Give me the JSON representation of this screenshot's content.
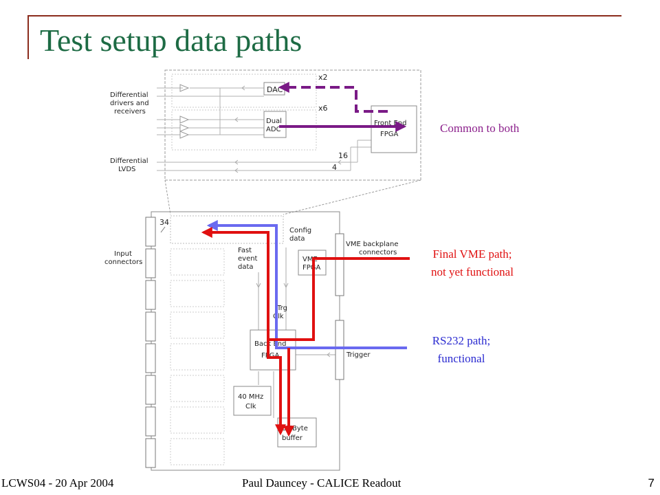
{
  "slide": {
    "title": "Test setup data paths",
    "page_number": "7"
  },
  "footer": {
    "left": "LCWS04 - 20 Apr 2004",
    "center": "Paul Dauncey - CALICE Readout"
  },
  "notes": {
    "common": "Common to both",
    "vme_line1": "Final VME path;",
    "vme_line2": "not yet functional",
    "rs232_line1": "RS232 path;",
    "rs232_line2": "functional"
  },
  "front_end_zoom": {
    "diff_drivers_line1": "Differential",
    "diff_drivers_line2": "drivers and",
    "diff_drivers_line3": "receivers",
    "diff_lvds_line1": "Differential",
    "diff_lvds_line2": "LVDS",
    "dac_label": "DAC",
    "adc_line1": "Dual",
    "adc_line2": "ADC",
    "fpga_line1": "Front End",
    "fpga_line2": "FPGA",
    "mult_x2": "x2",
    "mult_x6": "x6",
    "bus_16": "16",
    "bus_4": "4"
  },
  "board": {
    "bus_34": "34",
    "input_line1": "Input",
    "input_line2": "connectors",
    "config_line1": "Config",
    "config_line2": "data",
    "fast_line1": "Fast",
    "fast_line2": "event",
    "fast_line3": "data",
    "vme_fpga_line1": "VME",
    "vme_fpga_line2": "FPGA",
    "vme_conn_line1": "VME backplane",
    "vme_conn_line2": "connectors",
    "trg_line1": "Trg",
    "trg_line2": "Clk",
    "backend_line1": "Back End",
    "backend_line2": "FPGA",
    "trigger": "Trigger",
    "clk_line1": "40 MHz",
    "clk_line2": "Clk",
    "buffer_line1": "8MByte",
    "buffer_line2": "buffer"
  },
  "colors": {
    "common_path": "#7a1a86",
    "vme_path": "#e01010",
    "rs232_path": "#6a6af0",
    "title": "#1d6b44",
    "frame": "#8a2b1b"
  }
}
